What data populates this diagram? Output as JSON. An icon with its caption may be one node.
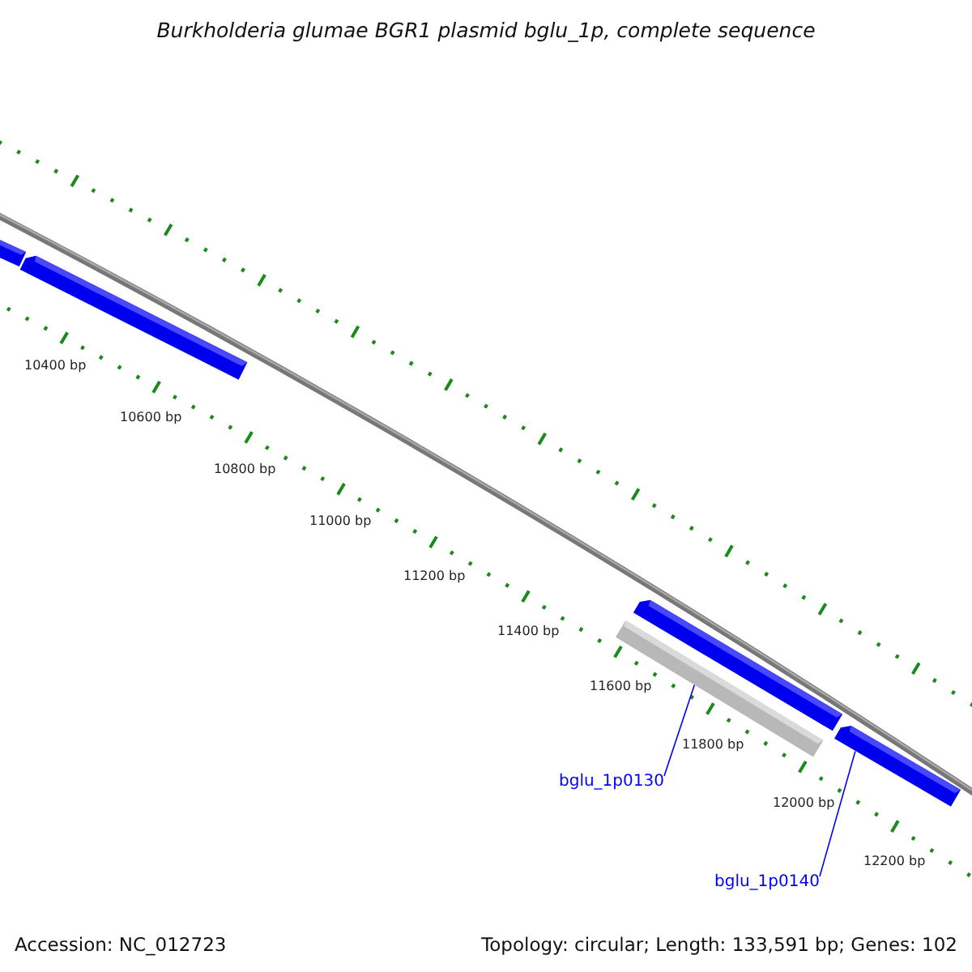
{
  "diagram": {
    "title": "Burkholderia glumae BGR1 plasmid bglu_1p, complete sequence",
    "nodes": [
      {
        "text": [
          "bglu_1p0130"
        ]
      },
      {
        "text": [],
        "shape": "bar"
      },
      {
        "text": [
          "bglu_1p0140"
        ]
      },
      {
        "text": [],
        "shape": "bar"
      }
    ],
    "edges": [
      {
        "from": 0,
        "to": 1,
        "arrow": "none"
      },
      {
        "from": 2,
        "to": 3,
        "arrow": "none"
      }
    ],
    "labels": [
      "10400 bp",
      "10600 bp",
      "10800 bp",
      "11000 bp",
      "11200 bp",
      "11400 bp",
      "11600 bp",
      "11800 bp",
      "12000 bp",
      "12200 bp",
      "Accession: NC_012723",
      "Topology: circular; Length: 133,591 bp; Genes: 102"
    ]
  }
}
